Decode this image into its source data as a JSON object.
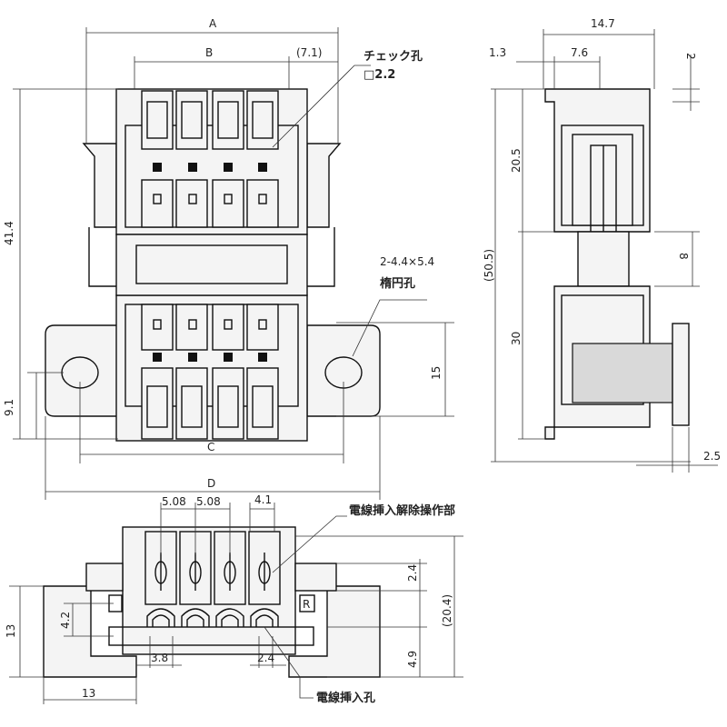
{
  "labels": {
    "top": {
      "A": "A",
      "B": "B",
      "b_ext": "(7.1)",
      "check_hole": "チェック孔",
      "check_size": "□2.2",
      "height_total": "41.4",
      "oval_count": "2-4.4×5.4",
      "oval_hole": "楕円孔",
      "hole_dim": "15",
      "bottom_offset": "9.1",
      "C": "C",
      "D": "D"
    },
    "side": {
      "width_total": "14.7",
      "left_off": "1.3",
      "inner": "7.6",
      "top_gap": "2",
      "upper": "20.5",
      "overall": "(50.5)",
      "mid": "8",
      "lower": "30",
      "foot": "2.5"
    },
    "front": {
      "pitch1": "5.08",
      "pitch2": "5.08",
      "right_w": "4.1",
      "release_op": "電線挿入解除操作部",
      "d_2_4": "2.4",
      "d_20_4": "(20.4)",
      "d_4_2": "4.2",
      "height13": "13",
      "width13": "13",
      "d_3_8": "3.8",
      "d_2_4b": "2.4",
      "d_4_9": "4.9",
      "wire_hole": "電線挿入孔",
      "r_mark": "R"
    }
  }
}
